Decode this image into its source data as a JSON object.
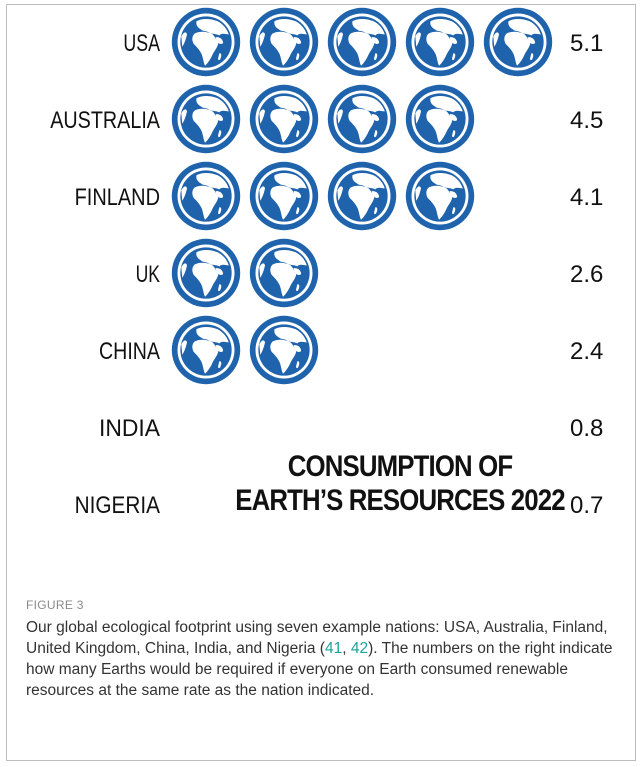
{
  "chart_data": {
    "type": "pictograph",
    "title_lines": [
      "CONSUMPTION OF",
      "EARTH’S RESOURCES 2022"
    ],
    "unit_icon": "globe-icon",
    "categories": [
      "USA",
      "AUSTRALIA",
      "FINLAND",
      "UK",
      "CHINA",
      "INDIA",
      "NIGERIA"
    ],
    "values": [
      5.1,
      4.5,
      4.1,
      2.6,
      2.4,
      0.8,
      0.7
    ],
    "value_labels": [
      "5.1",
      "4.5",
      "4.1",
      "2.6",
      "2.4",
      "0.8",
      "0.7"
    ],
    "colors": {
      "globe": "#1f63ad",
      "land": "#ffffff",
      "text": "#111111"
    }
  },
  "figure": {
    "label": "FIGURE 3",
    "caption_before": "Our global ecological footprint using seven example nations: USA, Australia, Finland, United Kingdom, China, India, and Nigeria (",
    "ref1": "41",
    "ref_sep": ", ",
    "ref2": "42",
    "caption_after": "). The numbers on the right indicate how many Earths would be required if everyone on Earth consumed renewable resources at the same rate as the nation indicated."
  }
}
